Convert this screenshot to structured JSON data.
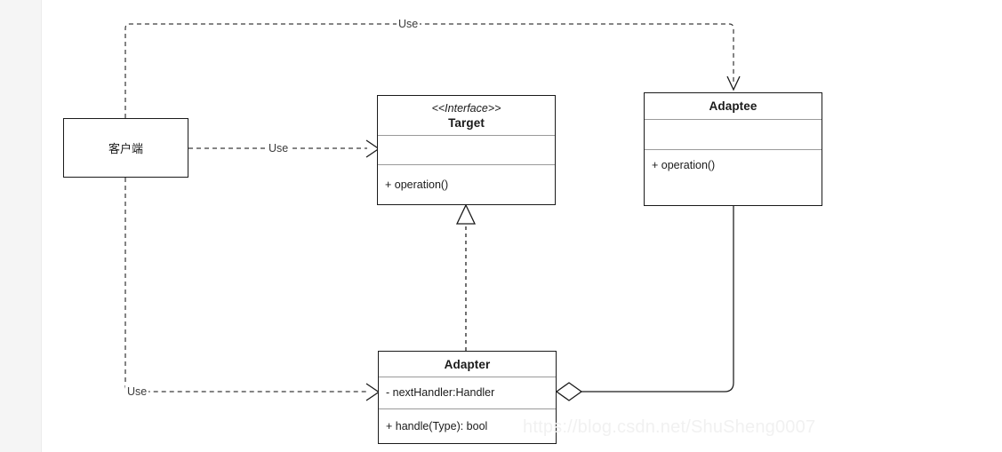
{
  "diagram": {
    "type": "uml-class-diagram",
    "title": "Adapter pattern class diagram",
    "background_color": "#ffffff",
    "gutter_color": "#f5f5f5",
    "line_color": "#1a1a1a"
  },
  "classes": {
    "client": {
      "name": "客户端",
      "stereotype": "",
      "attributes": [],
      "operations": []
    },
    "target": {
      "stereotype": "<<Interface>>",
      "name": "Target",
      "attributes": [],
      "operations": [
        "+ operation()"
      ]
    },
    "adaptee": {
      "stereotype": "",
      "name": "Adaptee",
      "attributes": [],
      "operations": [
        "+ operation()"
      ]
    },
    "adapter": {
      "stereotype": "",
      "name": "Adapter",
      "attributes": [
        "- nextHandler:Handler"
      ],
      "operations": [
        "+ handle(Type): bool"
      ]
    }
  },
  "edges": [
    {
      "id": "client-to-adaptee",
      "label": "Use",
      "kind": "dependency",
      "from": "客户端",
      "to": "Adaptee"
    },
    {
      "id": "client-to-target",
      "label": "Use",
      "kind": "dependency",
      "from": "客户端",
      "to": "Target"
    },
    {
      "id": "client-to-adapter",
      "label": "Use",
      "kind": "dependency",
      "from": "客户端",
      "to": "Adapter"
    },
    {
      "id": "adapter-to-target",
      "label": "",
      "kind": "realization",
      "from": "Adapter",
      "to": "Target"
    },
    {
      "id": "adapter-to-adaptee",
      "label": "",
      "kind": "aggregation",
      "from": "Adapter",
      "to": "Adaptee"
    }
  ],
  "watermark": {
    "text": "https://blog.csdn.net/ShuSheng0007"
  }
}
